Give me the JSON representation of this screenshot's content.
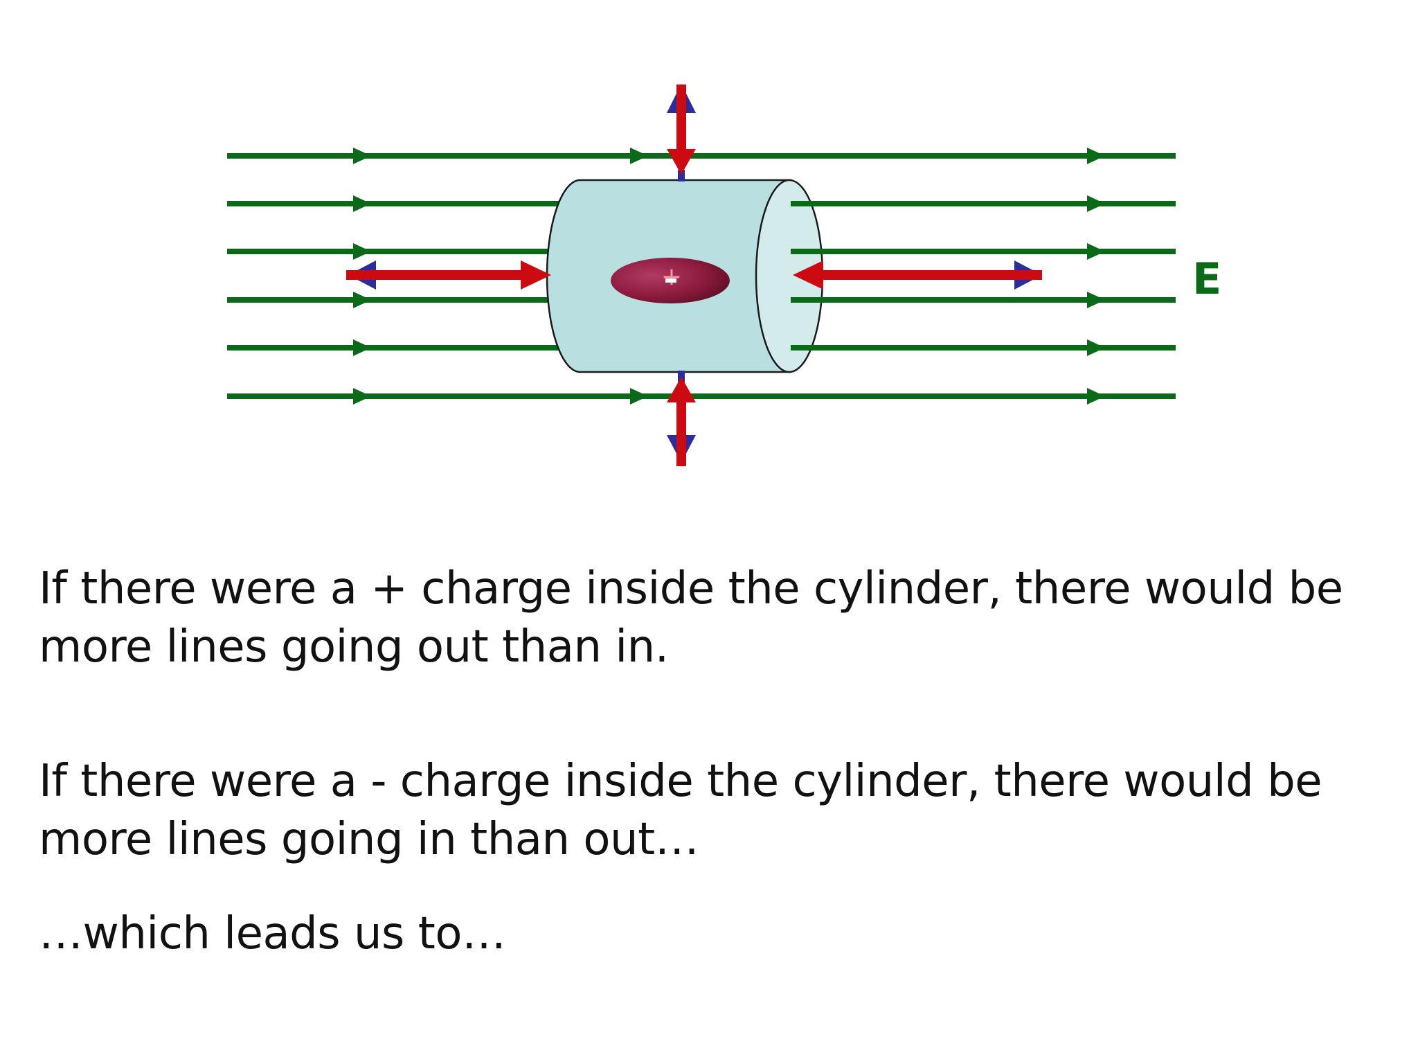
{
  "diagram": {
    "field_label": "E",
    "charge_signs": [
      "+",
      "-"
    ],
    "colors": {
      "field_lines": "#0b6a17",
      "flux_arrows": "#cc0a12",
      "normal_arrows": "#2b2d9a",
      "cylinder_body": "#badfe1",
      "cylinder_end": "#d4ebec",
      "charge": "#8b1a3d"
    }
  },
  "text": {
    "paragraph_1": "If there were a + charge inside the cylinder, there would be more lines going out than in.",
    "paragraph_2": "If there were a - charge inside the cylinder, there would be more lines going in than out…",
    "paragraph_3": "…which leads us to…"
  }
}
